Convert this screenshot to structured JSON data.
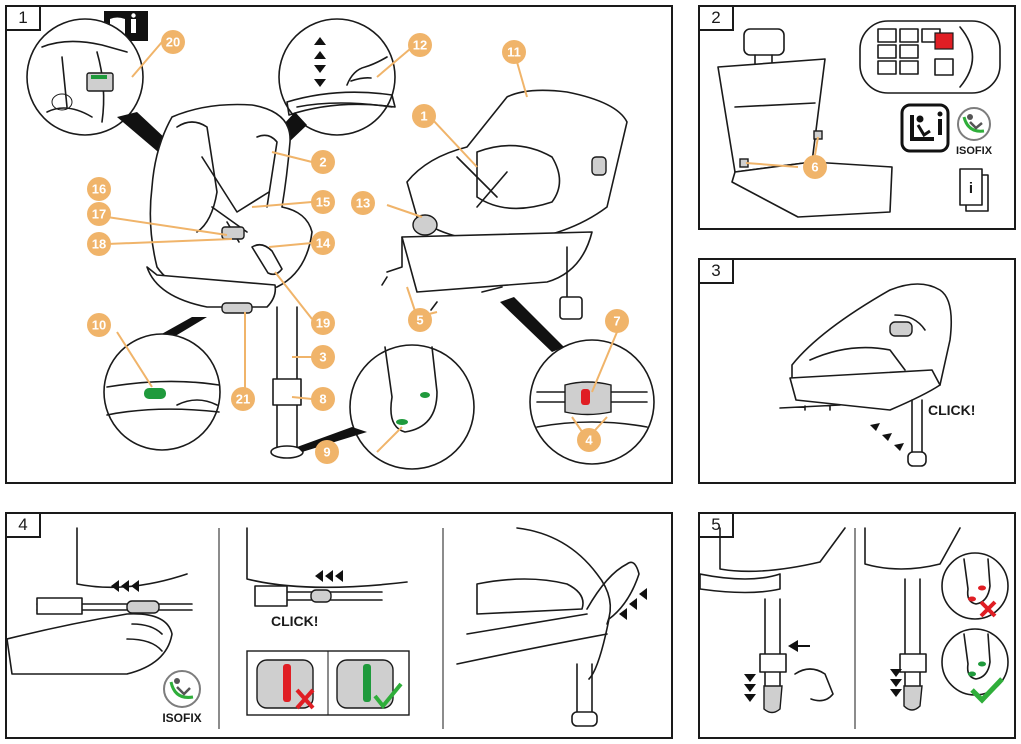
{
  "panels": [
    {
      "number": "1"
    },
    {
      "number": "2"
    },
    {
      "number": "3"
    },
    {
      "number": "4"
    },
    {
      "number": "5"
    }
  ],
  "callouts": {
    "c1": "1",
    "c2": "2",
    "c3": "3",
    "c4": "4",
    "c5": "5",
    "c6": "6",
    "c7": "7",
    "c8": "8",
    "c9": "9",
    "c10": "10",
    "c11": "11",
    "c12": "12",
    "c13": "13",
    "c14": "14",
    "c15": "15",
    "c16": "16",
    "c17": "17",
    "c18": "18",
    "c19": "19",
    "c20": "20",
    "c21": "21"
  },
  "labels": {
    "click_panel3": "CLICK!",
    "click_panel4": "CLICK!",
    "isofix_panel2": "ISOFIX",
    "isofix_panel4": "ISOFIX",
    "info_letter": "i"
  },
  "colors": {
    "callout": "#f0b46a",
    "indicator_green": "#1f9a3c",
    "indicator_red": "#e01e24",
    "check_green": "#2fae3a",
    "cross_red": "#e01e24"
  },
  "icons": [
    "manual-book-icon",
    "isofix-child-seat-icon",
    "isofix-logo-icon",
    "info-leaflet-icon",
    "check-mark-icon",
    "cross-mark-icon",
    "arrow-icon"
  ]
}
